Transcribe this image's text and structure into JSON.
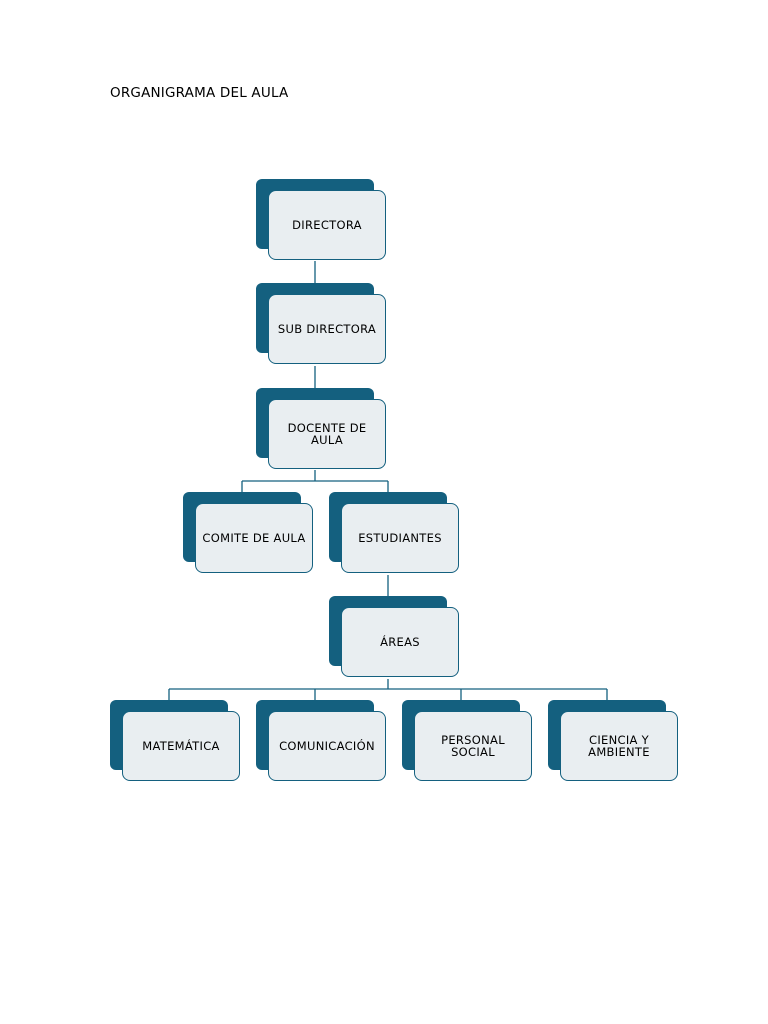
{
  "page": {
    "title": "ORGANIGRAMA DEL AULA"
  },
  "colors": {
    "node_dark": "#14607f",
    "node_light": "#e9eef1",
    "connector": "#14607f"
  },
  "nodes": {
    "directora": "DIRECTORA",
    "sub_directora": "SUB DIRECTORA",
    "docente": "DOCENTE DE AULA",
    "comite": "COMITE DE AULA",
    "estudiantes": "ESTUDIANTES",
    "areas": "ÁREAS",
    "matematica": "MATEMÁTICA",
    "comunicacion": "COMUNICACIÓN",
    "personal_social": "PERSONAL SOCIAL",
    "ciencia": "CIENCIA Y AMBIENTE"
  }
}
